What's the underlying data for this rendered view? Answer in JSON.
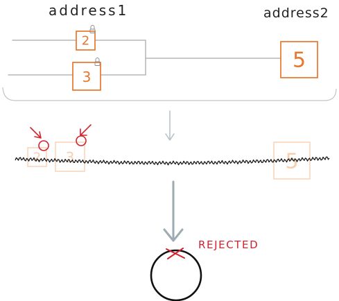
{
  "labels": {
    "left_address": "address1",
    "right_address": "address2",
    "status": "REJECTED"
  },
  "top_diagram": {
    "input_a": "2",
    "input_b": "3",
    "output": "5"
  },
  "faded_diagram": {
    "input_a": "2",
    "input_b": "3",
    "output": "5"
  },
  "icons": {
    "input_marker": "lock-icon",
    "flow": "arrow-down-icon",
    "pointer": "red-arrow-icon",
    "highlight": "red-circle-icon",
    "rejection": "red-x-icon",
    "destination": "circle-icon"
  },
  "colors": {
    "box_orange": "#e8762b",
    "faded_orange": "#f8d3b7",
    "alert_red": "#d2232d",
    "wire_gray": "#a9a9a9",
    "arrow_gray": "#9eabb1",
    "ink": "#111111"
  }
}
